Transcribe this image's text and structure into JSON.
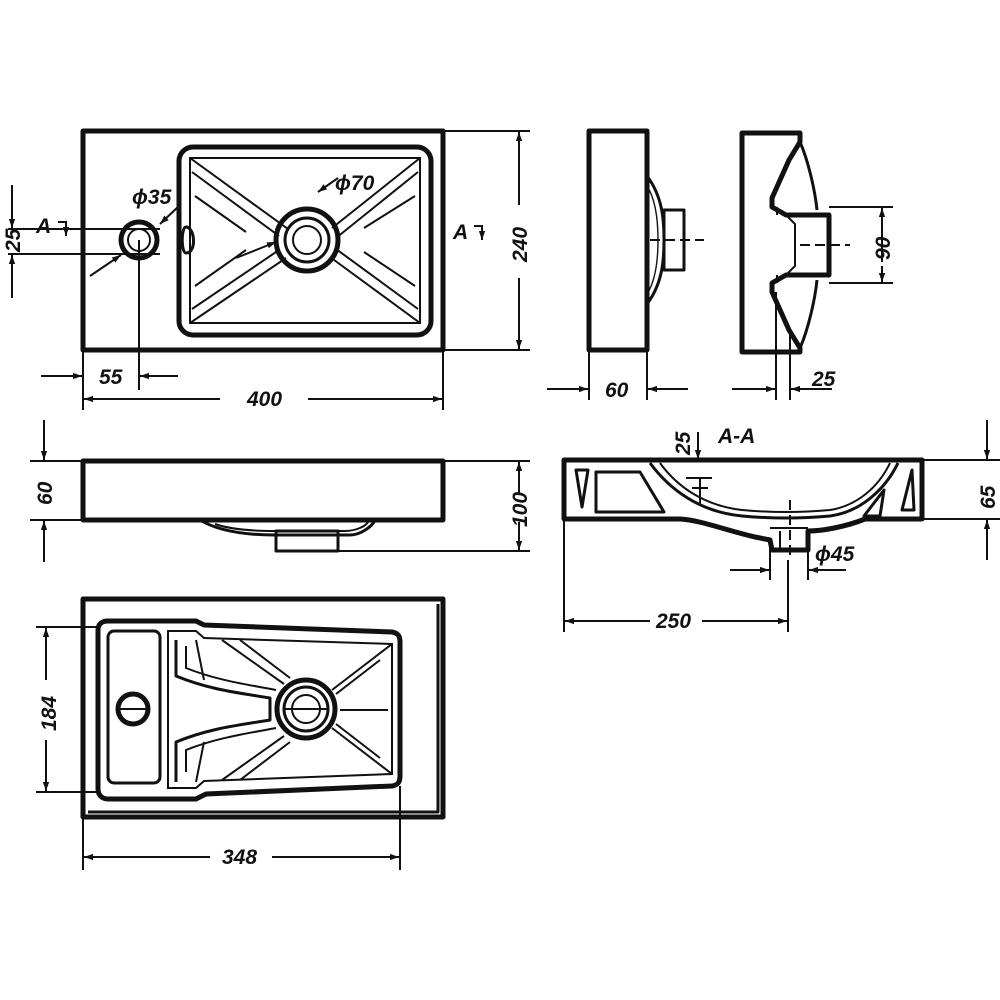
{
  "labels": {
    "top_view": {
      "drain_hole": "ϕ35",
      "waste": "ϕ70",
      "section_left": "A",
      "section_right": "A",
      "height_25": "25",
      "offset_55": "55",
      "width": "400",
      "depth": "240"
    },
    "side_view": {
      "thickness": "60"
    },
    "end_view": {
      "rim": "25",
      "waste_height": "90"
    },
    "front_view": {
      "rim_height": "60",
      "total_height": "100"
    },
    "section_view": {
      "title": "A-A",
      "rim": "25",
      "height": "65",
      "outlet": "ϕ45",
      "centre": "250"
    },
    "bottom_view": {
      "inner_depth": "184",
      "inner_width": "348"
    }
  }
}
